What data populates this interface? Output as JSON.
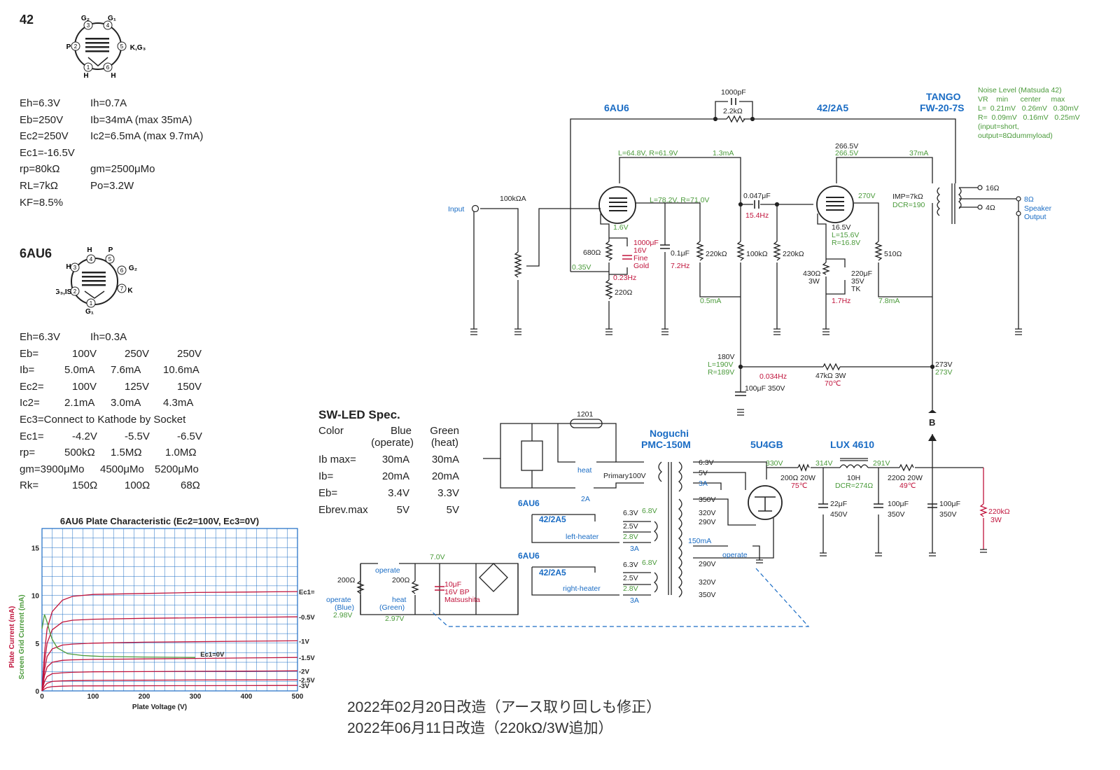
{
  "tube42": {
    "name": "42",
    "pins": {
      "g2": "G₂",
      "g1": "G₁",
      "p": "P",
      "kg3": "K,G₃",
      "h1": "H",
      "h2": "H",
      "n3": "3",
      "n4": "4",
      "n2": "2",
      "n5": "5",
      "n1": "1",
      "n6": "6"
    },
    "specs": [
      [
        "Eh=6.3V",
        "Ih=0.7A"
      ],
      [
        "Eb=250V",
        "Ib=34mA (max 35mA)"
      ],
      [
        "Ec2=250V",
        "Ic2=6.5mA (max 9.7mA)"
      ],
      [
        "Ec1=-16.5V",
        ""
      ],
      [
        "rp=80kΩ",
        "gm=2500μMo"
      ],
      [
        "RL=7kΩ",
        "Po=3.2W"
      ],
      [
        "KF=8.5%",
        ""
      ]
    ]
  },
  "tube6au6": {
    "name": "6AU6",
    "pins": {
      "h1": "H",
      "p": "P",
      "h2": "H",
      "g2": "G₂",
      "g3is": "G₃,IS",
      "k": "K",
      "g1": "G₁",
      "n2": "2",
      "n4": "4",
      "n5": "5",
      "n6": "6",
      "n7": "7",
      "n1": "1",
      "n3": "3"
    },
    "specs": [
      [
        "Eh=6.3V",
        "Ih=0.3A",
        "",
        ""
      ],
      [
        "Eb=",
        "100V",
        "250V",
        "250V"
      ],
      [
        "Ib=",
        "5.0mA",
        "7.6mA",
        "10.6mA"
      ],
      [
        "Ec2=",
        "100V",
        "125V",
        "150V"
      ],
      [
        "Ic2=",
        "2.1mA",
        "3.0mA",
        "4.3mA"
      ],
      [
        "Ec3=Connect to Kathode by Socket",
        "",
        "",
        ""
      ],
      [
        "Ec1=",
        "-4.2V",
        "-5.5V",
        "-6.5V"
      ],
      [
        "rp=",
        "500kΩ",
        "1.5MΩ",
        "1.0MΩ"
      ],
      [
        "gm=3900μMo",
        "4500μMo",
        "5200μMo",
        ""
      ],
      [
        "Rk=",
        "150Ω",
        "100Ω",
        "68Ω"
      ]
    ]
  },
  "led_spec": {
    "title": "SW-LED Spec.",
    "header": [
      "Color",
      "Blue",
      "Green"
    ],
    "header2": [
      "",
      "(operate)",
      "(heat)"
    ],
    "rows": [
      [
        "Ib max=",
        "30mA",
        "30mA"
      ],
      [
        "Ib=",
        "20mA",
        "20mA"
      ],
      [
        "Eb=",
        "3.4V",
        "3.3V"
      ],
      [
        "Ebrev.max",
        "5V",
        "5V"
      ]
    ]
  },
  "schematic": {
    "labels": {
      "tube1": "6AU6",
      "tube2": "42/2A5",
      "ot1": "TANGO",
      "ot2": "FW-20-7S",
      "c_fb": "1000pF",
      "r_fb": "2.2kΩ",
      "noise": [
        "Noise Level (Matsuda 42)",
        "VR    min      center     max",
        "L=  0.21mV   0.26mV   0.30mV",
        "R=  0.09mV   0.16mV   0.25mV",
        "(input=short,",
        "output=8Ωdummyload)"
      ],
      "input": "Input",
      "vr": "100kΩA",
      "v1a": "L=64.8V, R=61.9V",
      "i1a": "1.3mA",
      "v1g2": "L=78.2V, R=71.0V",
      "c_c": "0.047μF",
      "f_c": "15.4Hz",
      "v2a1": "266.5V",
      "v2a2": "266.5V",
      "i2": "37mA",
      "v2g2": "270V",
      "imp": "IMP=7kΩ",
      "dcr_ot": "DCR=190",
      "o16": "16Ω",
      "o8": "8Ω",
      "o4": "4Ω",
      "spk1": "Speaker",
      "spk2": "Output",
      "vk1": "1.6V",
      "r_k1": "680Ω",
      "c_k1": [
        "1000μF",
        "16V",
        "Fine",
        "Gold"
      ],
      "f_k1": "0.23Hz",
      "v035": "0.35V",
      "r_k1b": "220Ω",
      "c_g2": "0.1μF",
      "f_g2": "7.2Hz",
      "r220k1": "220kΩ",
      "r100k": "100kΩ",
      "r220k2": "220kΩ",
      "i05": "0.5mA",
      "vk2": [
        "16.5V",
        "L=15.6V",
        "R=16.8V"
      ],
      "r_k2": [
        "430Ω",
        "3W"
      ],
      "c_k2": [
        "220μF",
        "35V",
        "TK"
      ],
      "f_k2": "1.7Hz",
      "r510": "510Ω",
      "i78": "7.8mA",
      "v180": [
        "180V",
        "L=190V",
        "R=189V"
      ],
      "c_dec": "100μF 350V",
      "f_dec": "0.034Hz",
      "r_dec": "47kΩ 3W",
      "t_dec": "70℃",
      "v273a": "273V",
      "v273b": "273V",
      "b": "B",
      "fuse": "1201",
      "sw_heat": "heat",
      "fuse2": "2A",
      "primary": "Primary100V",
      "pt1": "Noguchi",
      "pt2": "PMC-150M",
      "rect": "5U4GB",
      "choke": "LUX 4610",
      "t63": "6.3V",
      "t5": "5V",
      "t3a": "3A",
      "t350": "350V",
      "t320": "320V",
      "t290": "290V",
      "t150": "150mA",
      "t290b": "290V",
      "t320b": "320V",
      "t350b": "350V",
      "v330": "330V",
      "r_ps1": "200Ω 20W",
      "t75": "75℃",
      "v314": "314V",
      "l10h": "10H",
      "dcr_l": "DCR=274Ω",
      "v291": "291V",
      "r_ps2": "220Ω 20W",
      "t49": "49℃",
      "c22": [
        "22μF",
        "450V"
      ],
      "c100a": [
        "100μF",
        "350V"
      ],
      "c100b": [
        "100μF",
        "350V"
      ],
      "r220k3": [
        "220kΩ",
        "3W"
      ],
      "operate": "operate",
      "h1a": "6AU6",
      "h1b": "42/2A5",
      "h1_63": "6.3V",
      "h1_68": "6.8V",
      "h1_25": "2.5V",
      "h1_28": "2.8V",
      "h1_3a": "3A",
      "h1_lh": "left-heater",
      "h2a": "6AU6",
      "h2b": "42/2A5",
      "h2_63": "6.3V",
      "h2_68": "6.8V",
      "h2_25": "2.5V",
      "h2_28": "2.8V",
      "h2_3a": "3A",
      "h2_rh": "right-heater",
      "v70": "7.0V",
      "r200a": "200Ω",
      "r200b": "200Ω",
      "sw_op": "operate",
      "c10": [
        "10μF",
        "16V BP",
        "Matsushita"
      ],
      "led_op": [
        "operate",
        "(Blue)"
      ],
      "led_op_v": "2.98V",
      "led_ht": [
        "heat",
        "(Green)"
      ],
      "led_ht_v": "2.97V"
    }
  },
  "notes": [
    "2022年02月20日改造（アース取り回しも修正）",
    "2022年06月11日改造（220kΩ/3W追加）"
  ],
  "chart_data": {
    "type": "line",
    "title": "6AU6 Plate Characteristic (Ec2=100V, Ec3=0V)",
    "xlabel": "Plate Voltage (V)",
    "ylabel": "Plate Current (mA)",
    "ylabel2": "Screen Grid Current (mA)",
    "xlim": [
      0,
      500
    ],
    "ylim": [
      0,
      17
    ],
    "xticks": [
      0,
      100,
      200,
      300,
      400,
      500
    ],
    "yticks": [
      0,
      5,
      10,
      15
    ],
    "grid": true,
    "series": [
      {
        "name": "Ec1=0V",
        "color": "#c0143c",
        "x": [
          0,
          5,
          10,
          20,
          40,
          60,
          100,
          200,
          300,
          400,
          500
        ],
        "y": [
          0,
          4,
          6.5,
          8.3,
          9.5,
          9.9,
          10.1,
          10.2,
          10.3,
          10.35,
          10.4
        ]
      },
      {
        "name": "-0.5V",
        "color": "#c0143c",
        "x": [
          0,
          5,
          10,
          20,
          40,
          60,
          100,
          200,
          300,
          400,
          500
        ],
        "y": [
          0,
          3,
          5,
          6.4,
          7.2,
          7.4,
          7.5,
          7.6,
          7.65,
          7.7,
          7.75
        ]
      },
      {
        "name": "-1V",
        "color": "#c0143c",
        "x": [
          0,
          5,
          10,
          20,
          40,
          60,
          100,
          200,
          300,
          400,
          500
        ],
        "y": [
          0,
          2.2,
          3.6,
          4.4,
          4.8,
          4.9,
          5.0,
          5.1,
          5.15,
          5.2,
          5.25
        ]
      },
      {
        "name": "-1.5V",
        "color": "#c0143c",
        "x": [
          0,
          5,
          10,
          20,
          40,
          60,
          100,
          200,
          300,
          400,
          500
        ],
        "y": [
          0,
          1.6,
          2.5,
          3.0,
          3.2,
          3.25,
          3.3,
          3.35,
          3.4,
          3.45,
          3.5
        ]
      },
      {
        "name": "-2V",
        "color": "#c0143c",
        "x": [
          0,
          5,
          10,
          20,
          40,
          60,
          100,
          200,
          300,
          400,
          500
        ],
        "y": [
          0,
          1.0,
          1.5,
          1.8,
          1.9,
          1.95,
          2.0,
          2.02,
          2.05,
          2.07,
          2.1
        ]
      },
      {
        "name": "-2.5V",
        "color": "#c0143c",
        "x": [
          0,
          5,
          10,
          20,
          40,
          60,
          100,
          200,
          300,
          400,
          500
        ],
        "y": [
          0,
          0.5,
          0.8,
          1.0,
          1.05,
          1.08,
          1.1,
          1.12,
          1.14,
          1.15,
          1.16
        ]
      },
      {
        "name": "-3V",
        "color": "#c0143c",
        "x": [
          0,
          5,
          10,
          20,
          40,
          60,
          100,
          200,
          300,
          400,
          500
        ],
        "y": [
          0,
          0.2,
          0.35,
          0.45,
          0.5,
          0.52,
          0.53,
          0.54,
          0.55,
          0.56,
          0.57
        ]
      },
      {
        "name": "Ec1=0V",
        "color": "#4a9a3a",
        "x": [
          0,
          5,
          10,
          15,
          20,
          30,
          50,
          80,
          120,
          200,
          300
        ],
        "y": [
          6.5,
          8.0,
          7.2,
          6.2,
          5.4,
          4.5,
          3.9,
          3.7,
          3.6,
          3.55,
          3.5
        ]
      }
    ]
  }
}
